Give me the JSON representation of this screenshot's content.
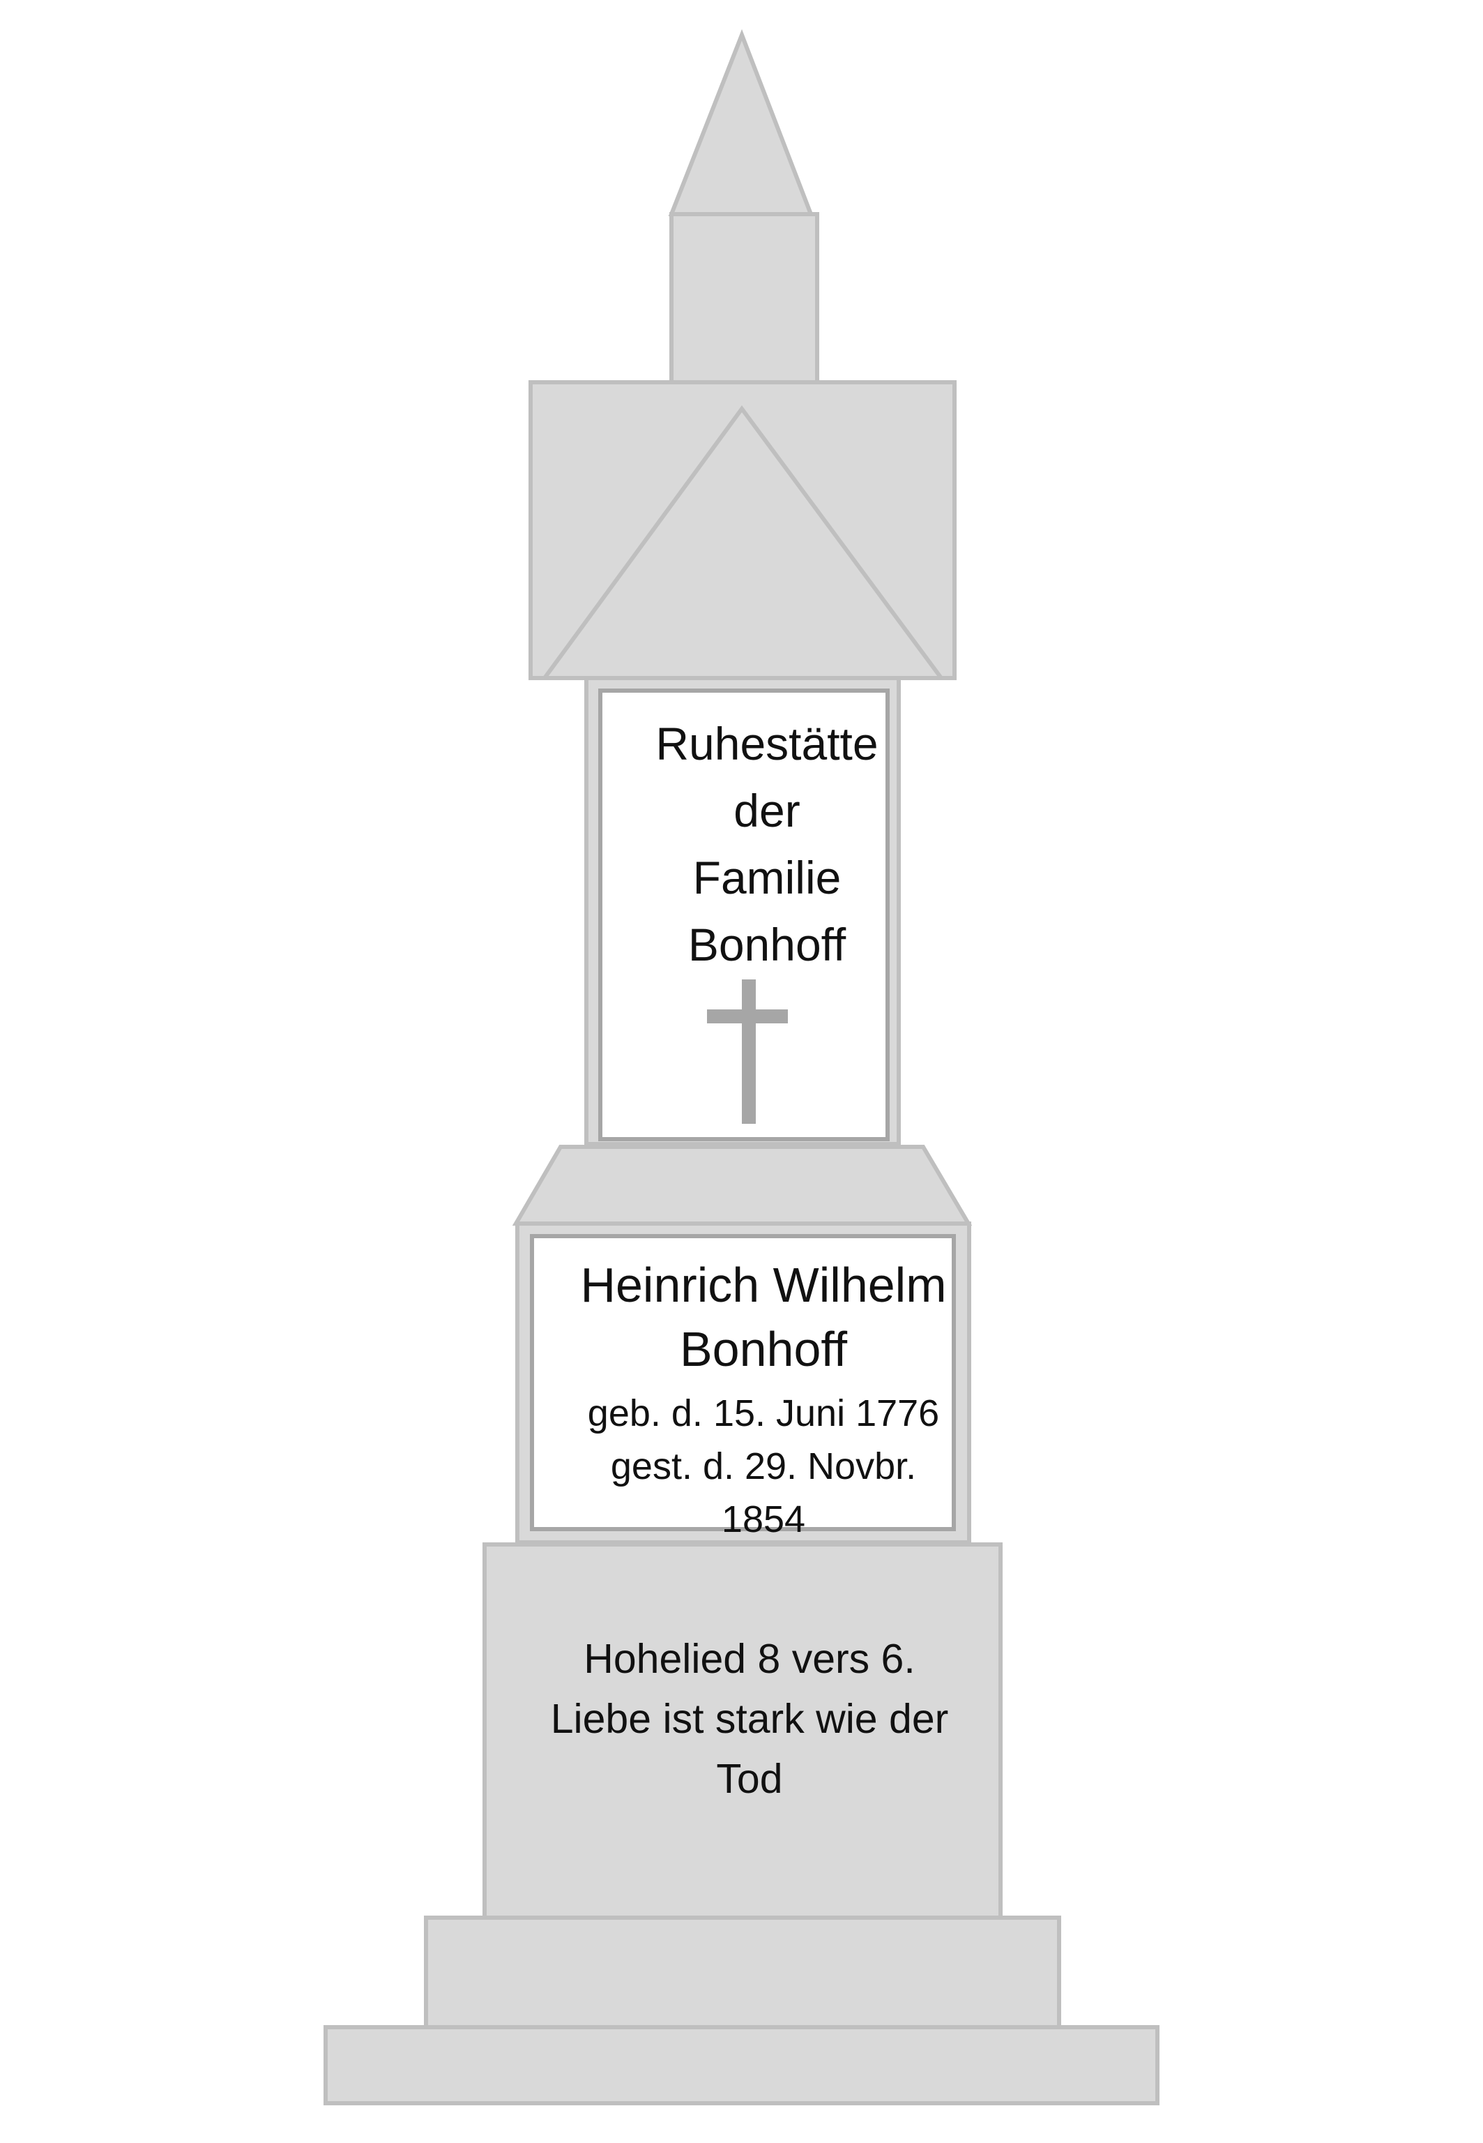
{
  "colors": {
    "stone_fill": "#d9d9d9",
    "stone_outline": "#bfbfbf",
    "panel_fill": "#ffffff",
    "panel_outline": "#a6a6a6",
    "cross": "#a6a6a6"
  },
  "upper_inscription": {
    "lines": [
      "Ruhestätte",
      "der",
      "Familie",
      "Bonhoff"
    ],
    "symbol": "cross-icon"
  },
  "middle_inscription": {
    "name_lines": [
      "Heinrich Wilhelm",
      "Bonhoff"
    ],
    "date_lines": [
      "geb. d. 15. Juni 1776",
      "gest. d. 29. Novbr.",
      "1854"
    ]
  },
  "base_inscription": {
    "lines": [
      "Hohelied 8 vers 6.",
      "Liebe ist stark wie der",
      "Tod"
    ]
  }
}
